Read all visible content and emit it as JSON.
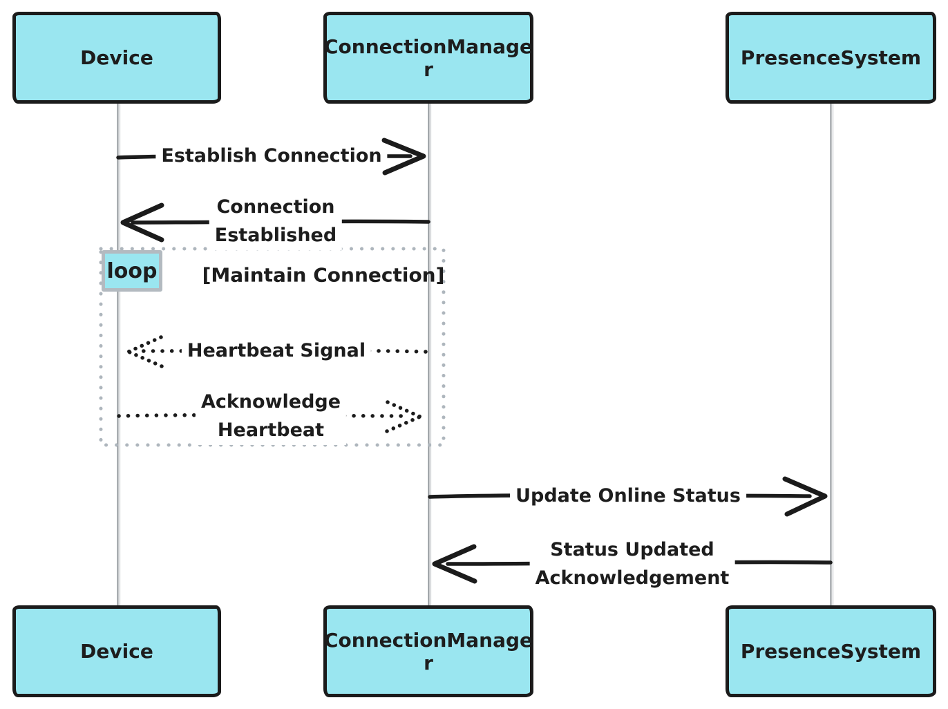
{
  "diagram_type": "sequence",
  "actors": [
    {
      "name": "Device",
      "lines": [
        "Device"
      ]
    },
    {
      "name": "ConnectionManager",
      "lines": [
        "ConnectionManage",
        "r"
      ]
    },
    {
      "name": "PresenceSystem",
      "lines": [
        "PresenceSystem"
      ]
    }
  ],
  "messages": [
    {
      "id": "establish-connection",
      "from": "Device",
      "to": "ConnectionManager",
      "line_style": "solid",
      "lines": [
        "Establish Connection"
      ]
    },
    {
      "id": "connection-established",
      "from": "ConnectionManager",
      "to": "Device",
      "line_style": "solid",
      "lines": [
        "Connection",
        "Established"
      ]
    },
    {
      "id": "heartbeat-signal",
      "from": "ConnectionManager",
      "to": "Device",
      "line_style": "dotted",
      "lines": [
        "Heartbeat Signal"
      ]
    },
    {
      "id": "acknowledge-heartbeat",
      "from": "Device",
      "to": "ConnectionManager",
      "line_style": "dotted",
      "lines": [
        "Acknowledge",
        "Heartbeat"
      ]
    },
    {
      "id": "update-online-status",
      "from": "ConnectionManager",
      "to": "PresenceSystem",
      "line_style": "solid",
      "lines": [
        "Update Online Status"
      ]
    },
    {
      "id": "status-updated-acknowledgement",
      "from": "PresenceSystem",
      "to": "ConnectionManager",
      "line_style": "solid",
      "lines": [
        "Status Updated",
        "Acknowledgement"
      ]
    }
  ],
  "fragment": {
    "kind": "loop",
    "label": "loop",
    "condition": "[Maintain Connection]"
  },
  "colors": {
    "background": "#ffffff",
    "actor_fill": "#9ae6f0",
    "actor_border": "#1b1b1b",
    "text": "#1d1d1d",
    "arrow": "#1b1b1b",
    "lifeline": "#8f9499",
    "fragment_border": "#aeb6bd"
  }
}
